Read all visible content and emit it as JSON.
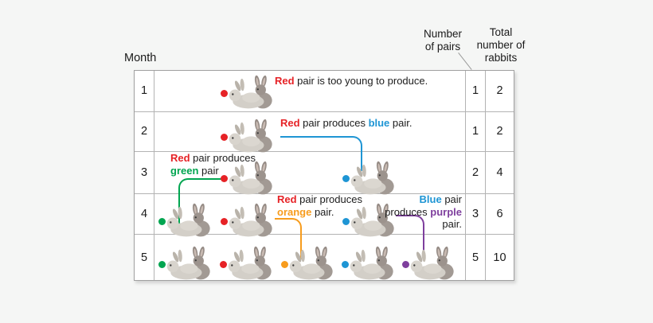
{
  "colors": {
    "red": "#e62226",
    "blue": "#1e95d4",
    "green": "#00a550",
    "orange": "#f79c1d",
    "purple": "#7e3f9d"
  },
  "header": {
    "month_label": "Month",
    "pairs_label": "Number of pairs",
    "total_label": "Total number of rabbits"
  },
  "rows": [
    {
      "month": "1",
      "pairs": "1",
      "total": "2",
      "rabbit_pairs": [
        "red"
      ],
      "caption": [
        {
          "text": "Red",
          "color": "red"
        },
        {
          "text": " pair is too young to produce.",
          "color": ""
        }
      ]
    },
    {
      "month": "2",
      "pairs": "1",
      "total": "2",
      "rabbit_pairs": [
        "red"
      ],
      "caption": [
        {
          "text": "Red",
          "color": "red"
        },
        {
          "text": " pair produces ",
          "color": ""
        },
        {
          "text": "blue",
          "color": "blue"
        },
        {
          "text": " pair.",
          "color": ""
        }
      ]
    },
    {
      "month": "3",
      "pairs": "2",
      "total": "4",
      "rabbit_pairs": [
        "red",
        "blue"
      ],
      "caption": [
        {
          "text": "Red",
          "color": "red"
        },
        {
          "text": " pair produces",
          "color": ""
        },
        {
          "text": "green",
          "color": "green"
        },
        {
          "text": " pair",
          "color": ""
        }
      ]
    },
    {
      "month": "4",
      "pairs": "3",
      "total": "6",
      "rabbit_pairs": [
        "green",
        "red",
        "blue"
      ],
      "caption_left": [
        {
          "text": "Red",
          "color": "red"
        },
        {
          "text": " pair produces",
          "color": ""
        },
        {
          "text": "orange",
          "color": "orange"
        },
        {
          "text": " pair.",
          "color": ""
        }
      ],
      "caption_right": [
        {
          "text": "Blue",
          "color": "blue"
        },
        {
          "text": " pair",
          "color": ""
        },
        {
          "text": "produces ",
          "color": ""
        },
        {
          "text": "purple",
          "color": "purple"
        },
        {
          "text": "pair.",
          "color": ""
        }
      ]
    },
    {
      "month": "5",
      "pairs": "5",
      "total": "10",
      "rabbit_pairs": [
        "green",
        "red",
        "orange",
        "blue",
        "purple"
      ]
    }
  ],
  "connectors": {
    "red_to_blue": "blue",
    "red_to_green": "green",
    "red_to_orange": "orange",
    "blue_to_purple": "purple"
  }
}
